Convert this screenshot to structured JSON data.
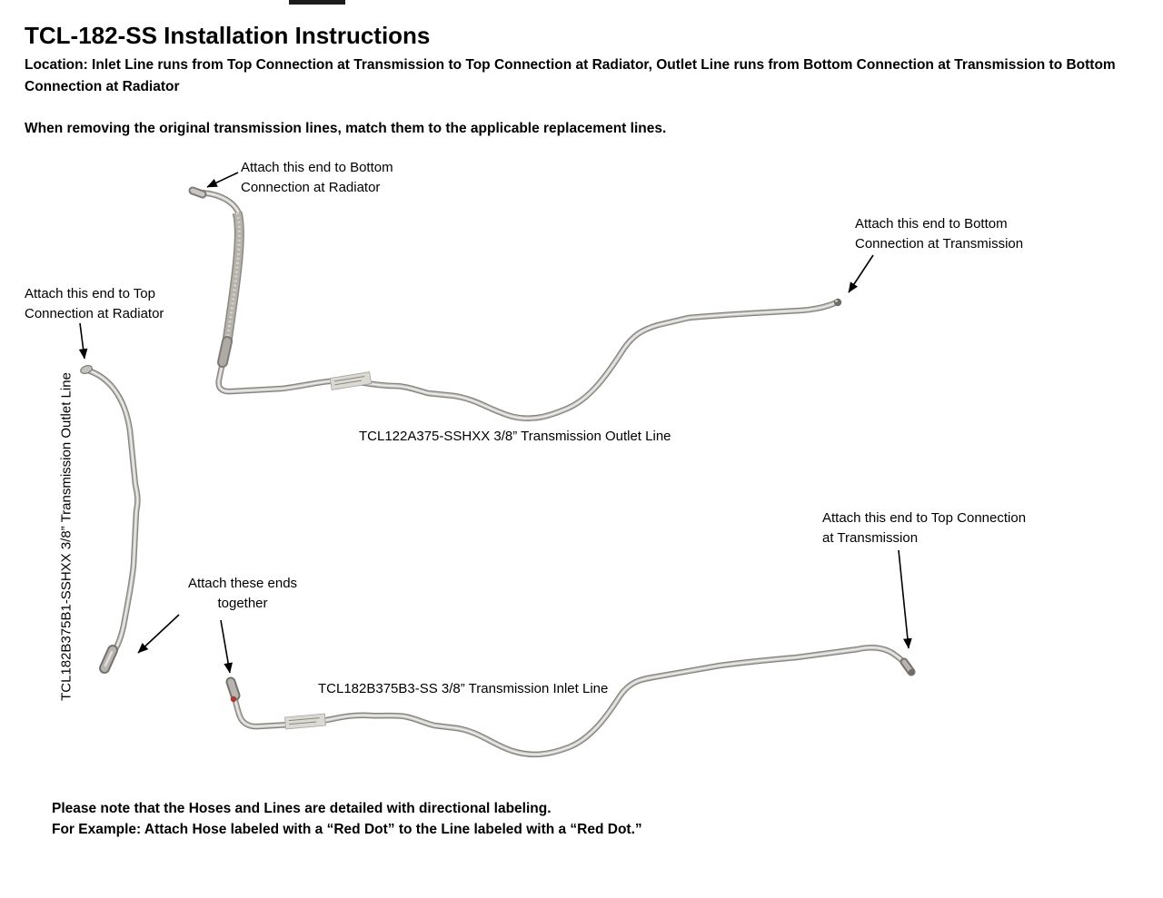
{
  "header": {
    "title": "TCL-182-SS Installation Instructions",
    "location": "Location: Inlet Line runs from Top Connection at Transmission to Top Connection at Radiator, Outlet Line runs from Bottom Connection at Transmission to Bottom Connection at Radiator",
    "instruction": "When removing the original transmission lines, match them to the applicable replacement lines."
  },
  "callouts": {
    "bottom_radiator": {
      "line1": "Attach this end to Bottom",
      "line2": "Connection at Radiator"
    },
    "bottom_transmission": {
      "line1": "Attach this end to Bottom",
      "line2": "Connection at Transmission"
    },
    "top_radiator": {
      "line1": "Attach this end to Top",
      "line2": "Connection at Radiator"
    },
    "ends_together": {
      "line1": "Attach these ends",
      "line2": "together"
    },
    "top_transmission": {
      "line1": "Attach this end to Top Connection",
      "line2": "at Transmission"
    }
  },
  "part_labels": {
    "outlet_vertical": "TCL182B375B1-SSHXX 3/8” Transmission Outlet Line",
    "outlet_main": "TCL122A375-SSHXX 3/8” Transmission Outlet Line",
    "inlet_main": "TCL182B375B3-SS 3/8” Transmission Inlet Line"
  },
  "notes": {
    "line1": "Please note that the Hoses and Lines are detailed with directional labeling.",
    "line2": "For Example: Attach Hose labeled with a “Red Dot” to the Line labeled with a “Red Dot.”"
  },
  "colors": {
    "tube_dark": "#85837f",
    "tube_mid": "#c6c4c0",
    "tube_highlight": "#f0efed",
    "red_dot": "#a8392c",
    "arrow": "#000000"
  }
}
